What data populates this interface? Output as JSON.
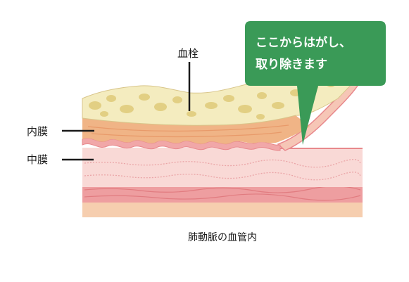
{
  "labels": {
    "thrombus": "血栓",
    "intima": "内膜",
    "media": "中膜",
    "caption": "肺動脈の血管内"
  },
  "callout": {
    "line1": "ここからはがし、",
    "line2": "取り除きます"
  },
  "colors": {
    "callout_bg": "#3a9a57",
    "thrombus": "#f4ecbf",
    "thrombus_spots": "#e2cf83",
    "intima": "#f0b486",
    "media_light": "#f9d9d6",
    "media_band": "#ee9ea0",
    "adventitia": "#f6ceaf",
    "edge": "#e8888c",
    "leader": "#1a1a1a"
  }
}
